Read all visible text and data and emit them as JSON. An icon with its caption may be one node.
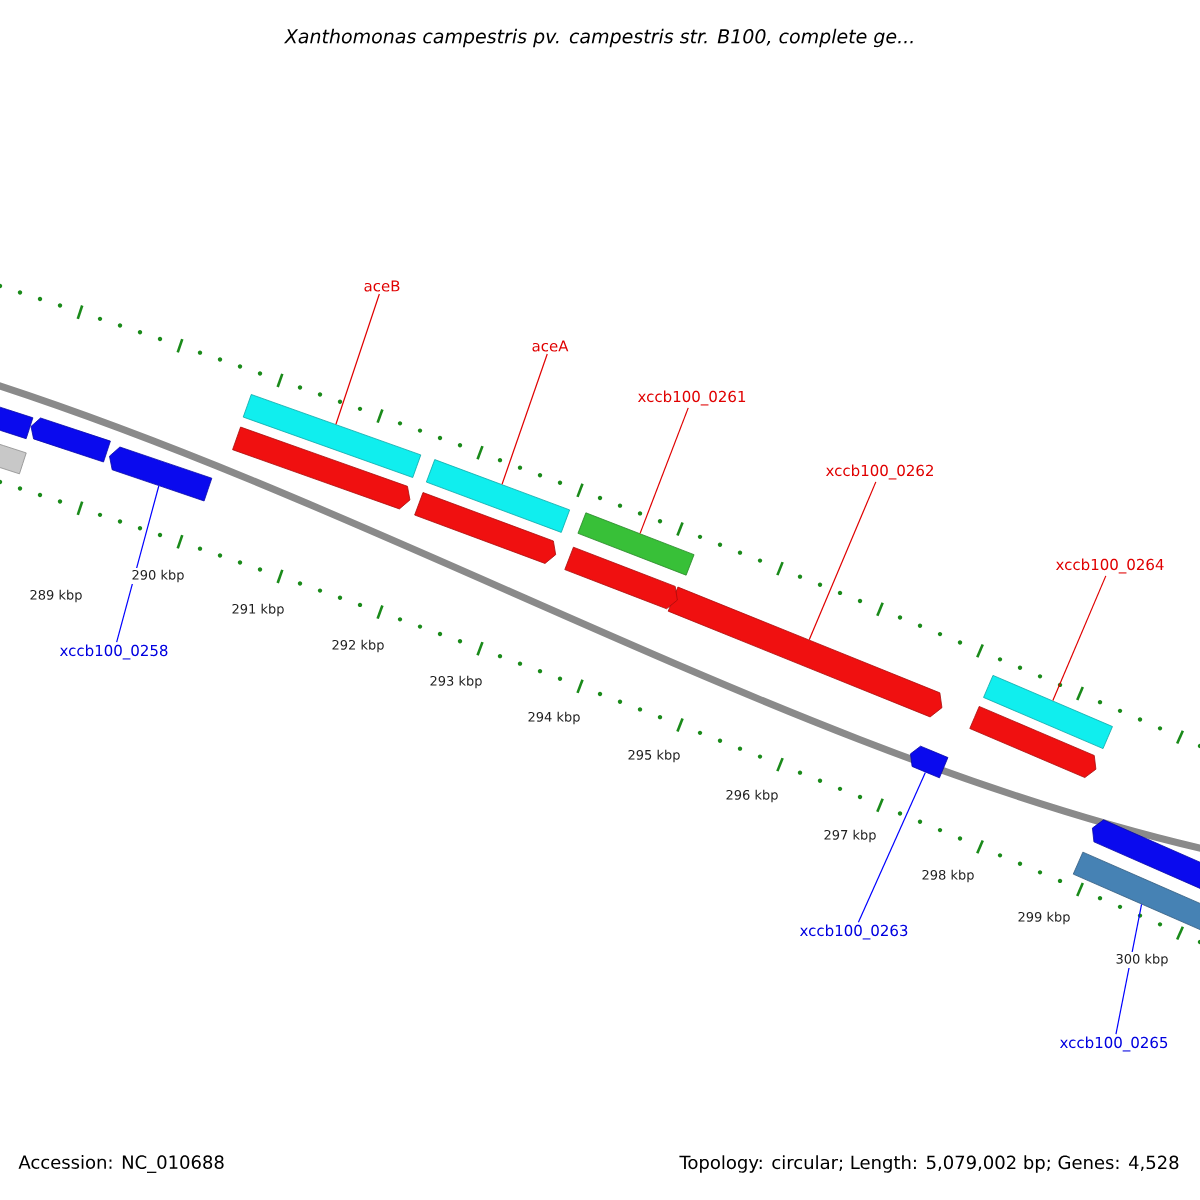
{
  "diagram": {
    "title": "Xanthomonas campestris pv. campestris str. B100, complete ge...",
    "nodes": [
      {
        "text": [
          "aceB"
        ]
      },
      {
        "text": [
          "aceA"
        ]
      },
      {
        "text": [
          "xccb100_0261"
        ]
      },
      {
        "text": [
          "xccb100_0262"
        ]
      },
      {
        "text": [
          "xccb100_0264"
        ]
      },
      {
        "text": [
          "xccb100_0258"
        ]
      },
      {
        "text": [
          "xccb100_0263"
        ]
      },
      {
        "text": [
          "xccb100_0265"
        ]
      },
      {
        "text": [],
        "shape": "bar"
      },
      {
        "text": [],
        "shape": "bar"
      },
      {
        "text": [],
        "shape": "bar"
      },
      {
        "text": [],
        "shape": "bar"
      },
      {
        "text": [],
        "shape": "bar"
      },
      {
        "text": [],
        "shape": "bar"
      },
      {
        "text": [],
        "shape": "bar"
      },
      {
        "text": [],
        "shape": "bar"
      },
      {
        "text": [],
        "shape": "bar"
      },
      {
        "text": [],
        "shape": "bar"
      },
      {
        "text": [],
        "shape": "bar"
      },
      {
        "text": [],
        "shape": "bar"
      },
      {
        "text": [],
        "shape": "bar"
      },
      {
        "text": [],
        "shape": "bar"
      },
      {
        "text": [],
        "shape": "bar"
      },
      {
        "text": [],
        "shape": "bar"
      }
    ],
    "edges": [
      {
        "from": 0,
        "to": 8,
        "arrow": "none"
      },
      {
        "from": 1,
        "to": 9,
        "arrow": "none"
      },
      {
        "from": 2,
        "to": 10,
        "arrow": "none"
      },
      {
        "from": 3,
        "to": 11,
        "arrow": "none"
      },
      {
        "from": 4,
        "to": 12,
        "arrow": "none"
      },
      {
        "from": 5,
        "to": 13,
        "arrow": "none",
        "color": "#0000ff"
      },
      {
        "from": 6,
        "to": 14,
        "arrow": "none",
        "color": "#0000ff"
      },
      {
        "from": 7,
        "to": 15,
        "arrow": "none",
        "color": "#0000ff"
      }
    ],
    "labels": [
      "289 kbp",
      "290 kbp",
      "291 kbp",
      "292 kbp",
      "293 kbp",
      "294 kbp",
      "295 kbp",
      "296 kbp",
      "297 kbp",
      "298 kbp",
      "299 kbp",
      "300 kbp",
      "Accession: NC_010688",
      "Topology: circular; Length: 5,079,002 bp; Genes: 4,528"
    ]
  }
}
